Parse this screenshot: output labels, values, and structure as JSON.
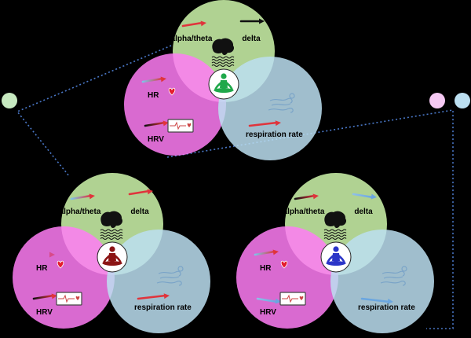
{
  "colors": {
    "background": "#000000",
    "eeg_circle": "#b9dd9a",
    "cardiac_circle": "#ff7cf4",
    "respiration_circle": "#bcdff1",
    "connector": "#4a78c8",
    "marker_green": "#c7e9c0",
    "marker_pink": "#f6c9f3",
    "marker_blue": "#bcdff1",
    "figure_green": "#1fa84a",
    "figure_red": "#8b1414",
    "figure_blue": "#2b35c8",
    "heart": "#e41c2c",
    "arrow_up": "#e0343c",
    "arrow_flat": "#111111",
    "arrow_down": "#6aa6e0"
  },
  "diagrams": [
    {
      "id": "top",
      "figure_color": "green",
      "alpha_theta": {
        "label": "alpha/theta",
        "arrow": "up"
      },
      "delta": {
        "label": "delta",
        "arrow": "flat"
      },
      "hr": {
        "label": "HR",
        "arrow": "up-fade",
        "icon": "heart-icon"
      },
      "hrv": {
        "label": "HRV",
        "arrow": "up-dark",
        "icon": "ecg-icon"
      },
      "respiration": {
        "label": "respiration rate",
        "arrow": "up",
        "icon": "wind-icon"
      }
    },
    {
      "id": "bottom-left",
      "figure_color": "red",
      "alpha_theta": {
        "label": "alpha/theta",
        "arrow": "up-fade"
      },
      "delta": {
        "label": "delta",
        "arrow": "up"
      },
      "hr": {
        "label": "HR",
        "arrow": "flat-fade",
        "icon": "heart-icon"
      },
      "hrv": {
        "label": "HRV",
        "arrow": "up-dark",
        "icon": "ecg-icon"
      },
      "respiration": {
        "label": "respiration rate",
        "arrow": "up",
        "icon": "wind-icon"
      }
    },
    {
      "id": "bottom-right",
      "figure_color": "blue",
      "alpha_theta": {
        "label": "alpha/theta",
        "arrow": "up-dark"
      },
      "delta": {
        "label": "delta",
        "arrow": "down-fade"
      },
      "hr": {
        "label": "HR",
        "arrow": "up-fade",
        "icon": "heart-icon"
      },
      "hrv": {
        "label": "HRV",
        "arrow": "down-fade",
        "icon": "ecg-icon"
      },
      "respiration": {
        "label": "respiration rate",
        "arrow": "down",
        "icon": "wind-icon"
      }
    }
  ]
}
